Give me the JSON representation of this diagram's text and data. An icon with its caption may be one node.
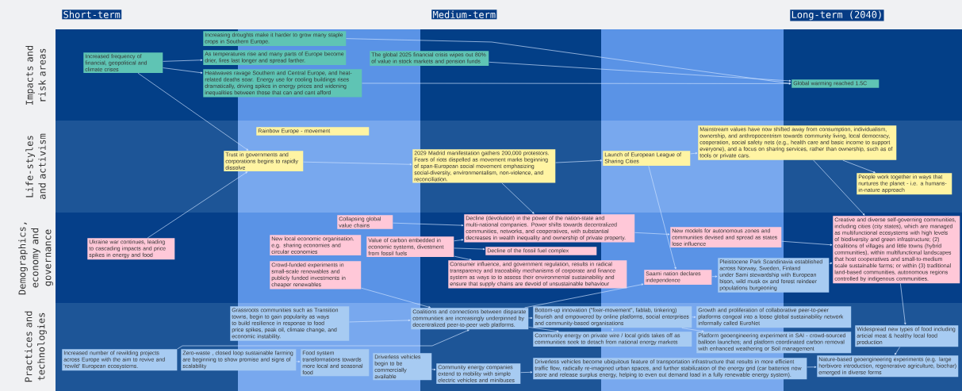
{
  "diagram": {
    "nodes": [
      {
        "text": [
          "Increased frequency of financial, geopolitical and climate crises"
        ]
      },
      {
        "text": [
          "Increasing droughts make it harder to grow many staple crops in Southern Europe."
        ]
      },
      {
        "text": [
          "As temperatures rise and many parts of Europe become drier, fires last longer and spread farther."
        ]
      },
      {
        "text": [
          "The global 2025 financial crisis wipes out 80% of value in stock markets and pension funds"
        ]
      },
      {
        "text": [
          "Heatwaves ravage Southern and Central Europe, and heat-related deaths soar. Energy use for cooling buildings rises dramatically, driving spikes in energy prices and widening inequalities between those that can and cant afford"
        ]
      },
      {
        "text": [
          "Global warming reached 1.5C"
        ]
      },
      {
        "text": [
          "Rainbow Europe - movement"
        ]
      },
      {
        "text": [
          "Trust in governments and corporations begins to rapidly dissolve"
        ]
      },
      {
        "text": [
          "2029 Madrid manifestation gathers 200,000 protestors. Fears of riots dispelled as movement marks beginning of span-European social movement emphasizing social-diversity, environmentalism, non-violence, and reconciliation."
        ]
      },
      {
        "text": [
          "Launch of European League of Sharing Cities"
        ]
      },
      {
        "text": [
          "Mainstream values have now shifted away from consumption, individualism, ownership, and anthropocentrism towards community living, local democracy, cooperation, social safety nets (e.g., health care and basic income to support everyone), and a focus on sharing services, rather than ownership, such as of tools or private cars."
        ]
      },
      {
        "text": [
          "People work together in ways that nurtures the planet - i.e. a humans-in-nature approach"
        ]
      },
      {
        "text": [
          "Ukraine war continues, leading to cascading impacts and price spikes in energy and food"
        ]
      },
      {
        "text": [
          "Collapsing global value chains"
        ]
      },
      {
        "text": [
          "Decline (devolution) in the power of the nation-state and multi-national companies. Power shifts towards decentralized communities, networks, and cooperatives, with substantial decreases in wealth inequality and ownership of private property."
        ]
      },
      {
        "text": [
          "New local economic organisation. e.g. sharing economies and circular economies"
        ]
      },
      {
        "text": [
          "Value of carbon embedded in economic systems, divestment from fossil fuels"
        ]
      },
      {
        "text": [
          "Decline of the fossil fuel complex"
        ]
      },
      {
        "text": [
          "Consumer influence, and government regulation, results in radical transparency and traceability mechanisms of corporate and finance system as ways to to assess their environmental sustainability and ensure that  supply chains are devoid of unsustainable behaviour"
        ]
      },
      {
        "text": [
          "Crowd-funded experiments in small-scale renewables and publicly funded investments in cheaper renewables"
        ]
      },
      {
        "text": [
          "New models for autonomous zones and communities devised and spread as states lose influence"
        ]
      },
      {
        "text": [
          "Saami nation declares independence"
        ]
      },
      {
        "text": [
          "Pleistocene Park Scandinavia established across Norway, Sweden, Finland under Sami stewardship with European bison, wild musk ox and forest reindeer populations burgeoning"
        ]
      },
      {
        "text": [
          "Creative and diverse self-governing  communities, including cities (city states), which are managed as multifunctional ecosystems with high levels of biodiversity and green infrastructure; (2) coalitions of villages and little towns (hybrid communities), within multifunctional landscapes that host cooperatives and small-to-medium scale sustainable farms; or within (3) traditional land-based communities, autonomous regions controlled by indigenous communities."
        ]
      },
      {
        "text": [
          "Grassroots communities such as Transition towns, begin to gain popularity as ways to build resilience in response to food price spikes, peak oil, climate change, and economic instability."
        ]
      },
      {
        "text": [
          "Increased number of rewilding projects across Europe with the aim to revive and 'rewild' European ecosystems."
        ]
      },
      {
        "text": [
          "Zero-waste , closed  loop sustainable farming are beginning to show promise and signs of scalability"
        ]
      },
      {
        "text": [
          "Food system transformations towards more local and seasonal food"
        ]
      },
      {
        "text": [
          "Coalitions and connections between disparate communities are increasingly underpinned by decentralized peer-to-peer web platforms."
        ]
      },
      {
        "text": [
          "Bottom-up innovation (\"fixer-movement\", fablab, tinkering) flourish and empowered by online platforms, social enterprises and community-based organisations"
        ]
      },
      {
        "text": [
          "Community energy on private wire / local grids takes off as communities seek to detach from national energy markets"
        ]
      },
      {
        "text": [
          "Growth and proliferation of collaborative peer-to-peer platforms congeal into a loose global sustainability network informally called EuroNet"
        ]
      },
      {
        "text": [
          "Platform geoengineering experiment in SAI - crowd-sourced balloon launches; and platform coordinated carbon removal with enhanced weathering  or Soil  management"
        ]
      },
      {
        "text": [
          "Driverless vehicles begin to be commercially available"
        ]
      },
      {
        "text": [
          "Community energy companies extend to mobility with simple electric vehicles and minibuses"
        ]
      },
      {
        "text": [
          "Driverless vehicles become ubiquitous feature of transportation infrastructure that results in more efficient traffic flow, radically re-imagined urban spaces, and further stabilization of the energy grid (car batteries now store and release surplus energy, helping to even out demand load in a fully renewable energy system)."
        ]
      },
      {
        "text": [
          "Widespread new types of food including articial meat & healthy local food production"
        ]
      },
      {
        "text": [
          "Nature-based geoengineering experiments (e.g. large herbivore introduction, regenerative agriculture, biochar) emerged in diverse forms"
        ]
      }
    ],
    "edges": [
      {
        "from": 0,
        "to": 2,
        "arrow": "to"
      },
      {
        "from": 0,
        "to": 4,
        "arrow": "to"
      },
      {
        "from": 0,
        "to": 7,
        "arrow": "to"
      },
      {
        "from": 12,
        "to": 7,
        "arrow": "to"
      },
      {
        "from": 1,
        "to": 5,
        "arrow": "to"
      },
      {
        "from": 3,
        "to": 5,
        "arrow": "to"
      },
      {
        "from": 4,
        "to": 5,
        "arrow": "to"
      },
      {
        "from": 7,
        "to": 8,
        "arrow": "to"
      },
      {
        "from": 8,
        "to": 9,
        "arrow": "to"
      },
      {
        "from": 8,
        "to": 14,
        "arrow": "to"
      },
      {
        "from": 9,
        "to": 10,
        "arrow": "to"
      },
      {
        "from": 9,
        "to": 21,
        "arrow": "to"
      },
      {
        "from": 10,
        "to": 11,
        "arrow": "to"
      },
      {
        "from": 10,
        "to": 23,
        "arrow": "to"
      },
      {
        "from": 13,
        "to": 14,
        "arrow": "to"
      },
      {
        "from": 16,
        "to": 14,
        "arrow": "to"
      },
      {
        "from": 16,
        "to": 17,
        "arrow": "to"
      },
      {
        "from": 16,
        "to": 18,
        "arrow": "to"
      },
      {
        "from": 19,
        "to": 28,
        "arrow": "to"
      },
      {
        "from": 14,
        "to": 20,
        "arrow": "to"
      },
      {
        "from": 20,
        "to": 23,
        "arrow": "to"
      },
      {
        "from": 21,
        "to": 22,
        "arrow": "to"
      },
      {
        "from": 22,
        "to": 23,
        "arrow": "to"
      },
      {
        "from": 24,
        "to": 28,
        "arrow": "to"
      },
      {
        "from": 25,
        "to": 28,
        "arrow": "to"
      },
      {
        "from": 26,
        "to": 27,
        "arrow": "to"
      },
      {
        "from": 28,
        "to": 29,
        "arrow": "to"
      },
      {
        "from": 28,
        "to": 30,
        "arrow": "to"
      },
      {
        "from": 28,
        "to": 21,
        "arrow": "to"
      },
      {
        "from": 29,
        "to": 30,
        "arrow": "to"
      },
      {
        "from": 29,
        "to": 31,
        "arrow": "to"
      },
      {
        "from": 29,
        "to": 32,
        "arrow": "to"
      },
      {
        "from": 33,
        "to": 34,
        "arrow": "to"
      },
      {
        "from": 34,
        "to": 35,
        "arrow": "to"
      },
      {
        "from": 35,
        "to": 37,
        "arrow": "to"
      },
      {
        "from": 23,
        "to": 36,
        "arrow": "to"
      },
      {
        "from": 36,
        "to": 37,
        "arrow": "to"
      }
    ],
    "labels": [
      "Short-term",
      "Medium-term",
      "Long-term (2040)",
      "Impacts and risk areas",
      "Life-styles and activism",
      "Demographics, economy and governance",
      "Practices and technologies"
    ]
  }
}
